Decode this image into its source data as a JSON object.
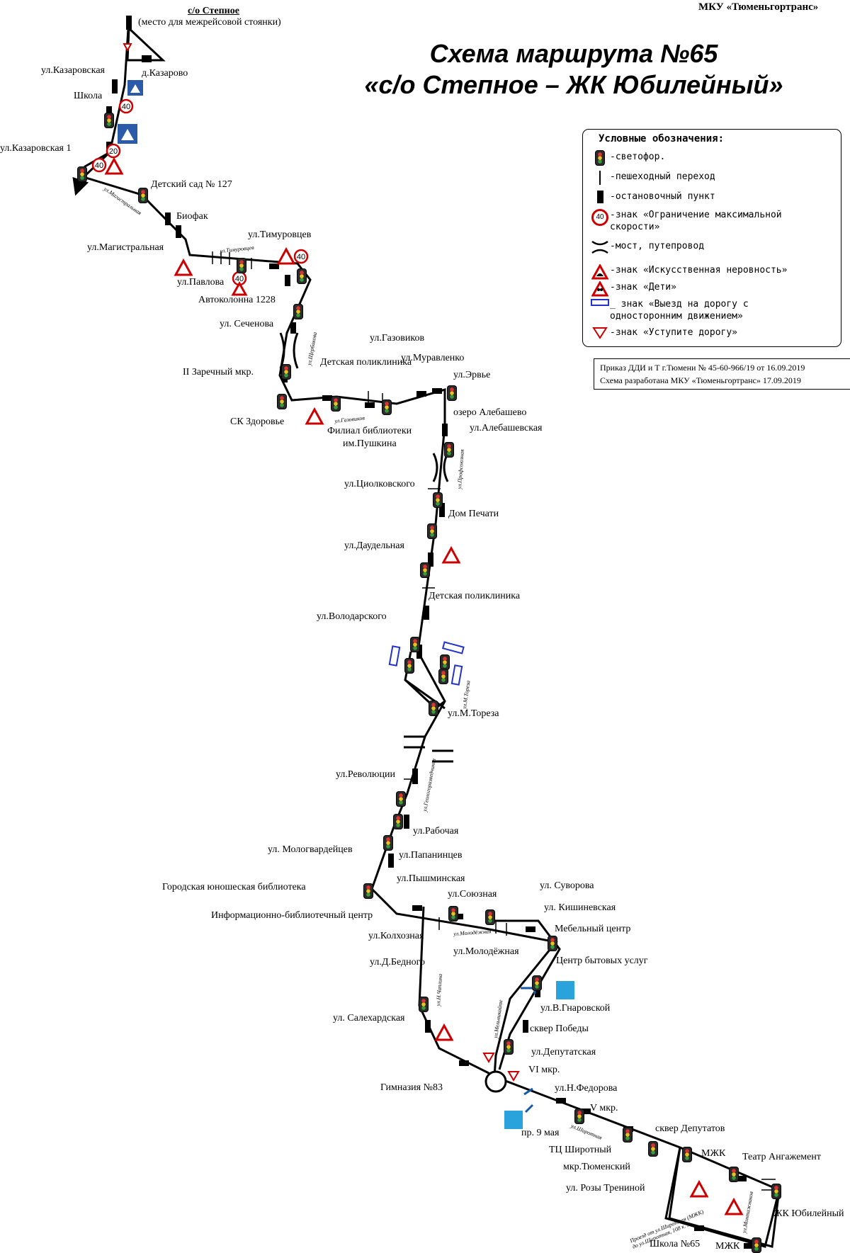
{
  "header": {
    "organization": "МКУ «Тюменьгортранс»",
    "title_line1": "Схема маршрута №65",
    "title_line2": "«с/о Степное – ЖК Юбилейный»"
  },
  "terminal": {
    "name": "с/о Степное",
    "note": "(место для межрейсовой стоянки)"
  },
  "legend": {
    "title": "Условные обозначения:",
    "items": [
      {
        "icon": "traffic-light-icon",
        "text": "-светофор."
      },
      {
        "icon": "crosswalk-icon",
        "text": "-пешеходный переход"
      },
      {
        "icon": "bus-stop-icon",
        "text": "-остановочный пункт"
      },
      {
        "icon": "speed-limit-icon",
        "text": "-знак «Ограничение максимальной\nскорости»"
      },
      {
        "icon": "bridge-icon",
        "text": "-мост, путепровод"
      },
      {
        "icon": "speed-bump-sign-icon",
        "text": "-знак «Искусственная неровность»"
      },
      {
        "icon": "children-sign-icon",
        "text": "-знак «Дети»"
      },
      {
        "icon": "one-way-exit-sign-icon",
        "text": "_ знак «Выезд на дорогу с\nодносторонним движением»"
      },
      {
        "icon": "yield-sign-icon",
        "text": "-знак «Уступите дорогу»"
      }
    ]
  },
  "orders": {
    "line1": "Приказ ДДИ и Т г.Тюмени № 45-60-966/19 от 16.09.2019",
    "line2": "Схема разработана МКУ «Тюменьгортранс» 17.09.2019"
  },
  "signs": {
    "speed_40": "40",
    "speed_20": "20"
  },
  "stops": [
    "ул.Казаровская",
    "д.Казарово",
    "Школа",
    "ул.Казаровская 1",
    "Детский сад № 127",
    "Биофак",
    "ул.Магистральная",
    "ул.Тимуровцев",
    "ул.Павлова",
    "Автоколонна 1228",
    "ул. Сеченова",
    "II Заречный мкр.",
    "Детская поликлиника",
    "ул.Газовиков",
    "ул.Муравленко",
    "ул.Эрвье",
    "СК Здоровье",
    "Филиал библиотеки",
    "им.Пушкина",
    "озеро Алебашево",
    "ул.Алебашевская",
    "ул.Циолковского",
    "Дом Печати",
    "ул.Даудельная",
    "Детская поликлиника",
    "ул.Володарского",
    "ул.М.Тореза",
    "ул.Революции",
    "ул.Рабочая",
    "ул. Мологвардейцев",
    "ул.Папанинцев",
    "Городская юношеская библиотека",
    "ул.Пышминская",
    "ул.Союзная",
    "ул. Суворова",
    "Информационно-библиотечный центр",
    "ул. Кишиневская",
    "ул.Колхозная",
    "Мебельный центр",
    "ул.Молодёжная",
    "ул.Д.Бедного",
    "Центр бытовых услуг",
    "ул.В.Гнаровской",
    "ул. Салехардская",
    "сквер Победы",
    "ул.Депутатская",
    "VI мкр.",
    "Гимназия №83",
    "ул.Н.Федорова",
    "V мкр.",
    "пр. 9 мая",
    "сквер Депутатов",
    "ТЦ Широтный",
    "МЖК",
    "Театр Ангажемент",
    "мкр.Тюменский",
    "ул. Розы Трениной",
    "ЖК Юбилейный",
    "Школа №65",
    "МЖК"
  ],
  "streets": [
    "ул.Магистральная",
    "ул.Тимуровцев",
    "ул.Щербакова",
    "ул.Газовиков",
    "ул.Профсоюзная",
    "ул.М.Тореза",
    "ул.Геологоразведчиков",
    "ул.Молодёжная",
    "ул.Н.Чаплина",
    "ул.Мельникайте",
    "ул.Широтная",
    "ул.Монтажников",
    "Проезд от ул.Широтная (МЖК) до ул.Широтная, 108 к. 5"
  ]
}
